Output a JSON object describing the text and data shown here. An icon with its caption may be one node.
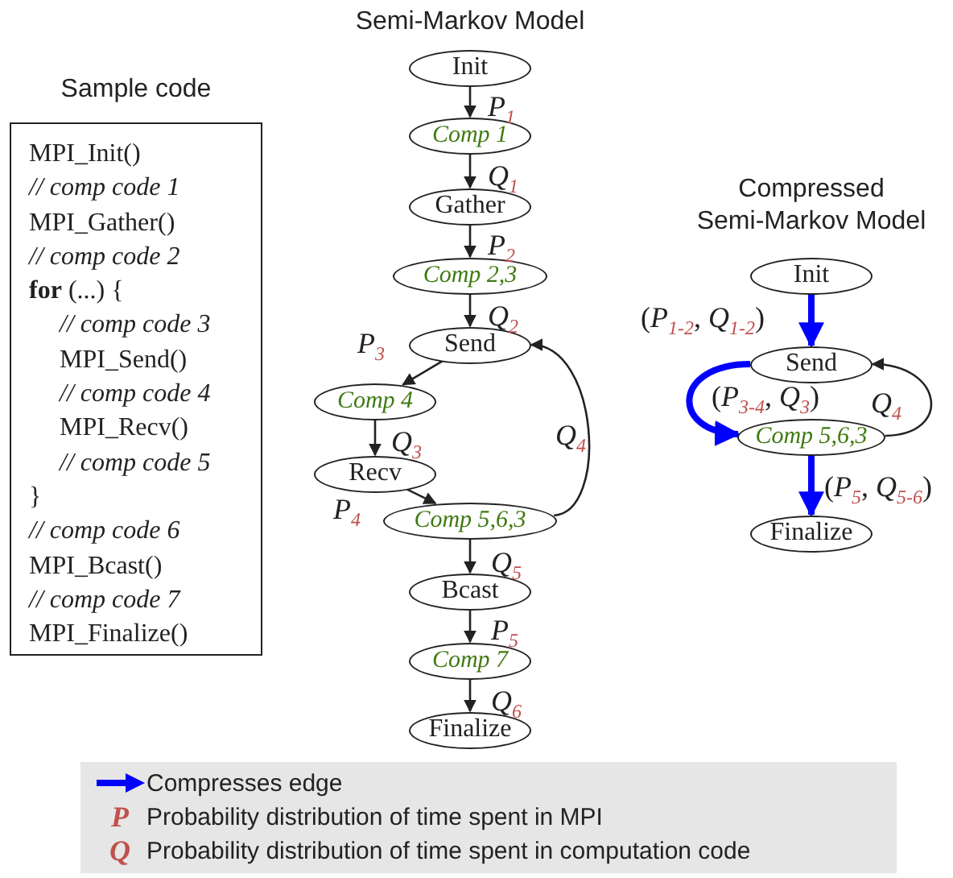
{
  "diagram": {
    "nodes": [
      {
        "text": [
          "Sample code",
          "MPI_Init()",
          "*// comp code 1*",
          "MPI_Gather()",
          "*// comp code 2*",
          "**for** (...) {",
          "*// comp code 3*",
          "MPI_Send()",
          "*// comp code 4*",
          "MPI_Recv()",
          "*// comp code 5*",
          "}",
          "*// comp code 6*",
          "MPI_Bcast()",
          "*// comp code 7*",
          "MPI_Finalize()"
        ]
      },
      {
        "text": [
          "Init"
        ]
      },
      {
        "text": [
          "Comp 1"
        ]
      },
      {
        "text": [
          "Gather"
        ]
      },
      {
        "text": [
          "Comp 2,3"
        ]
      },
      {
        "text": [
          "Send"
        ]
      },
      {
        "text": [
          "Comp 4"
        ]
      },
      {
        "text": [
          "Recv"
        ]
      },
      {
        "text": [
          "Comp 5,6,3"
        ]
      },
      {
        "text": [
          "Bcast"
        ]
      },
      {
        "text": [
          "Comp 7"
        ]
      },
      {
        "text": [
          "Finalize"
        ]
      },
      {
        "text": [
          "Init"
        ]
      },
      {
        "text": [
          "Send"
        ]
      },
      {
        "text": [
          "Comp 5,6,3"
        ]
      },
      {
        "text": [
          "Finalize"
        ]
      }
    ],
    "edges": [
      {
        "from": 1,
        "to": 2,
        "arrow": "to",
        "label": "*P*$_{1}$"
      },
      {
        "from": 2,
        "to": 3,
        "arrow": "to",
        "label": "*Q*$_{1}$"
      },
      {
        "from": 3,
        "to": 4,
        "arrow": "to",
        "label": "*P*$_{2}$"
      },
      {
        "from": 4,
        "to": 5,
        "arrow": "to",
        "label": "*Q*$_{2}$"
      },
      {
        "from": 5,
        "to": 6,
        "arrow": "to",
        "label": "*P*$_{3}$"
      },
      {
        "from": 6,
        "to": 7,
        "arrow": "to",
        "label": "*Q*$_{3}$"
      },
      {
        "from": 7,
        "to": 8,
        "arrow": "to",
        "label": "*P*$_{4}$"
      },
      {
        "from": 8,
        "to": 9,
        "arrow": "to",
        "label": "*Q*$_{5}$"
      },
      {
        "from": 9,
        "to": 10,
        "arrow": "to",
        "label": "*P*$_{5}$"
      },
      {
        "from": 10,
        "to": 11,
        "arrow": "to",
        "label": "*Q*$_{6}$"
      },
      {
        "from": 8,
        "to": 5,
        "arrow": "to",
        "label": "*Q*$_{4}$"
      },
      {
        "from": 12,
        "to": 13,
        "arrow": "to",
        "label": "(*P*$_{1-2}$, *Q*$_{1-2}$)",
        "style": "thick",
        "color": "#0000ff"
      },
      {
        "from": 13,
        "to": 14,
        "arrow": "to",
        "label": "(*P*$_{3-4}$, *Q*$_{3}$)",
        "style": "thick",
        "color": "#0000ff"
      },
      {
        "from": 14,
        "to": 13,
        "arrow": "to",
        "label": "*Q*$_{4}$"
      },
      {
        "from": 14,
        "to": 15,
        "arrow": "to",
        "label": "(*P*$_{5}$, *Q*$_{5-6}$)",
        "style": "thick",
        "color": "#0000ff"
      }
    ],
    "labels": [
      "Semi-Markov Model",
      "Compressed Semi-Markov Model",
      "P",
      "Q"
    ],
    "legend": [
      {
        "text": "Compresses edge"
      },
      {
        "text": "Probability distribution of time spent in MPI"
      },
      {
        "text": "Probability distribution of time spent in computation code"
      }
    ]
  }
}
